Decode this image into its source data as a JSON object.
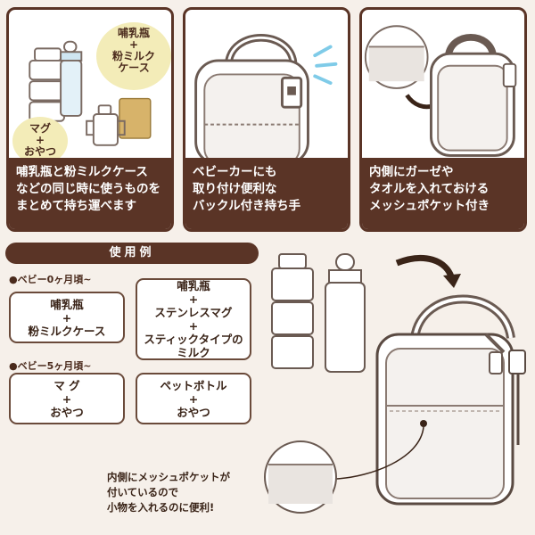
{
  "panels": [
    {
      "bubble_top": [
        "哺乳瓶",
        "+",
        "粉ミルク",
        "ケース"
      ],
      "bubble_bottom": [
        "マグ",
        "+",
        "おやつ"
      ],
      "caption": [
        "哺乳瓶と粉ミルクケース",
        "などの同じ時に使うものを",
        "まとめて持ち運べます"
      ]
    },
    {
      "caption": [
        "ベビーカーにも",
        "取り付け便利な",
        "バックル付き持ち手"
      ]
    },
    {
      "caption": [
        "内側にガーゼや",
        "タオルを入れておける",
        "メッシュポケット付き"
      ]
    }
  ],
  "usage": {
    "title": "使用例",
    "age_groups": [
      {
        "label": "●ベビー0ヶ月頃~",
        "boxes": [
          [
            "哺乳瓶",
            "+",
            "粉ミルクケース"
          ],
          [
            "哺乳瓶",
            "+",
            "ステンレスマグ",
            "+",
            "スティックタイプの",
            "ミルク"
          ]
        ]
      },
      {
        "label": "●ベビー5ヶ月頃~",
        "boxes": [
          [
            "マ グ",
            "+",
            "おやつ"
          ],
          [
            "ペットボトル",
            "+",
            "おやつ"
          ]
        ]
      }
    ]
  },
  "note": [
    "内側にメッシュポケットが",
    "付いているので",
    "小物を入れるのに便利!"
  ],
  "colors": {
    "brand_brown": "#5a3426",
    "background": "#f6f0ea",
    "bubble_yellow": "#f3ecb8"
  }
}
